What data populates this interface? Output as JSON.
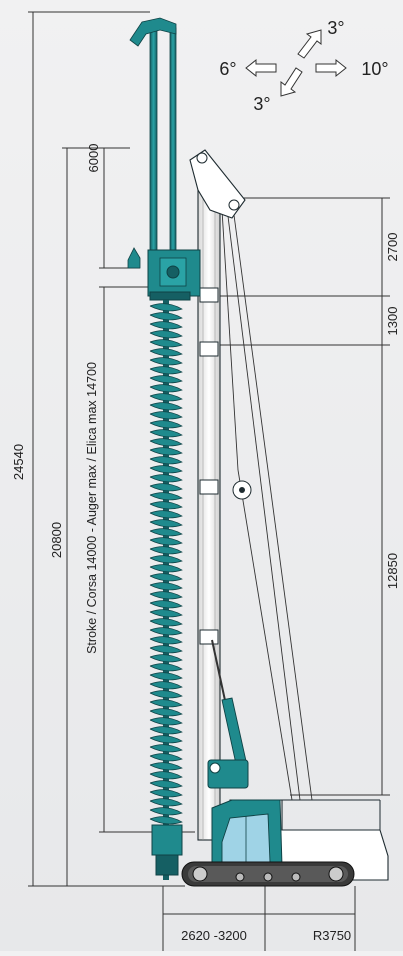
{
  "dimensions": {
    "total_height": "24540",
    "mast_height": "20800",
    "stroke": "Stroke / Corsa  14000  -  Auger max / Elica max  14700",
    "extension": "6000",
    "top_section": "2700",
    "section_1300": "1300",
    "main_section": "12850",
    "track_width": "2620 -3200",
    "tail_radius": "R3750"
  },
  "inclination": {
    "left": "6°",
    "right": "10°",
    "front": "3°",
    "back": "3°"
  },
  "colors": {
    "accent": "#1f8a8d",
    "accent_dark": "#155f63",
    "body": "#ffffff",
    "track": "#3a3a3a"
  }
}
